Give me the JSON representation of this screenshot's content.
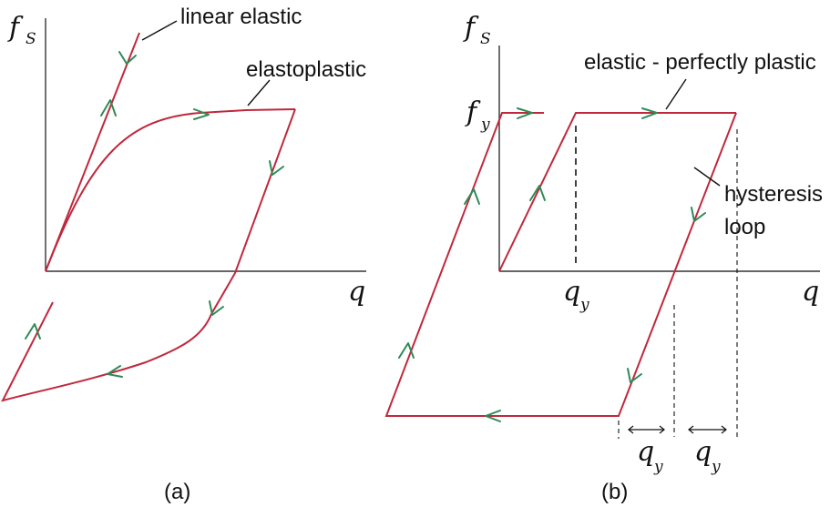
{
  "panel_a": {
    "axis_y_label": "f",
    "axis_y_sub": "S",
    "axis_x_label": "q",
    "label_linear": "linear elastic",
    "label_elastoplastic": "elastoplastic",
    "caption": "(a)"
  },
  "panel_b": {
    "axis_y_label": "f",
    "axis_y_sub": "S",
    "axis_x_label": "q",
    "fy_label": "f",
    "fy_sub": "y",
    "qy_label": "q",
    "qy_sub": "y",
    "label_epp": "elastic - perfectly plastic",
    "label_hysteresis_1": "hysteresis",
    "label_hysteresis_2": "loop",
    "dim1_label": "q",
    "dim1_sub": "y",
    "dim2_label": "q",
    "dim2_sub": "y",
    "caption": "(b)"
  },
  "colors": {
    "curve": "#c0283c",
    "arrow": "#2e8b57",
    "axis": "#333333"
  }
}
